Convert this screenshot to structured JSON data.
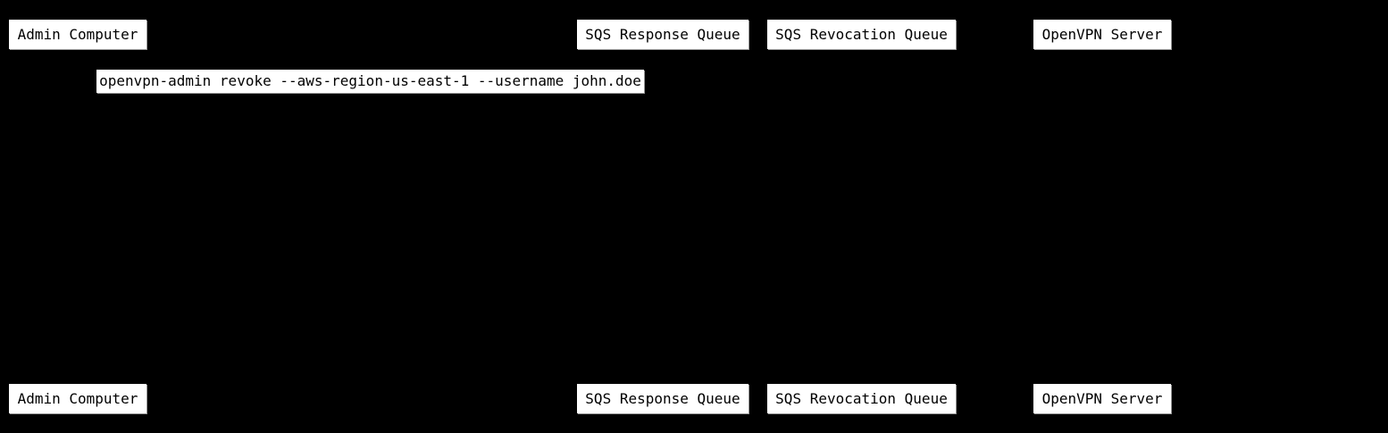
{
  "diagram": {
    "type": "sequence-diagram",
    "colors": {
      "background": "#000000",
      "box_fill": "#ffffff",
      "box_text": "#000000"
    },
    "participants": [
      {
        "label": "Admin Computer"
      },
      {
        "label": "SQS Response Queue"
      },
      {
        "label": "SQS Revocation Queue"
      },
      {
        "label": "OpenVPN Server"
      }
    ],
    "messages": [
      {
        "label": "openvpn-admin revoke --aws-region-us-east-1 --username john.doe"
      }
    ]
  }
}
